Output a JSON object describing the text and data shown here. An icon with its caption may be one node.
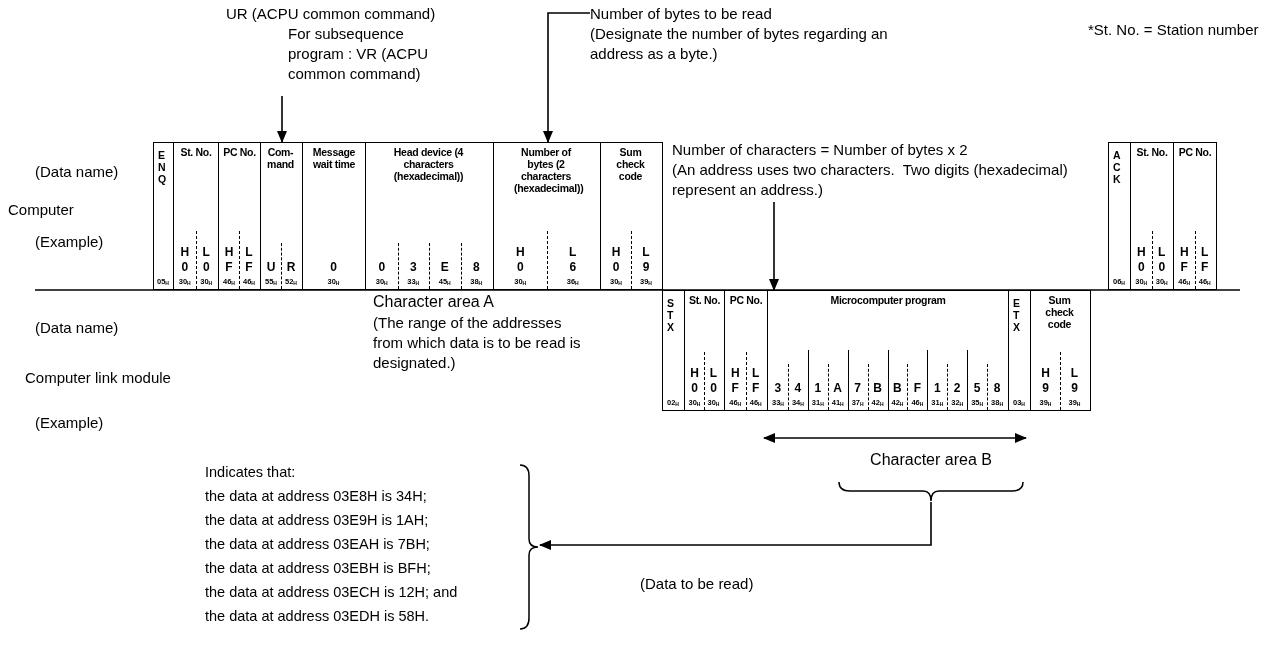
{
  "diagram": {
    "nodes": [
      {
        "text": [
          "UR (ACPU common command)",
          "For subsequence program : VR (ACPU common command)"
        ]
      },
      {
        "text": [
          "Number of bytes to be read",
          "(Designate the number of bytes regarding an address as a byte.)"
        ]
      },
      {
        "text": [
          "ENQ",
          "05$_{H}$"
        ]
      },
      {
        "text": [
          "St. No.",
          "H",
          "L",
          "0",
          "0",
          "30$_{H}$",
          "30$_{H}$"
        ]
      },
      {
        "text": [
          "PC No.",
          "H",
          "L",
          "F",
          "F",
          "46$_{H}$",
          "46$_{H}$"
        ]
      },
      {
        "text": [
          "Com-mand",
          "U",
          "R",
          "55$_{H}$",
          "52$_{H}$"
        ]
      },
      {
        "text": [
          "Message wait time",
          "0",
          "30$_{H}$"
        ]
      },
      {
        "text": [
          "Head device (4 characters (hexadecimal))",
          "0",
          "3",
          "E",
          "8",
          "30$_{H}$",
          "33$_{H}$",
          "45$_{H}$",
          "38$_{H}$"
        ]
      },
      {
        "text": [
          "Number of bytes (2 characters (hexadecimal))",
          "H",
          "L",
          "0",
          "6",
          "30$_{H}$",
          "36$_{H}$"
        ]
      },
      {
        "text": [
          "Sum check code",
          "H",
          "L",
          "0",
          "9",
          "30$_{H}$",
          "39$_{H}$"
        ]
      },
      {
        "text": [
          "Number of characters = Number of bytes x 2",
          "(An address uses two characters.  Two digits (hexadecimal) represent an address.)"
        ]
      },
      {
        "text": [
          "ACK",
          "06$_{H}$"
        ]
      },
      {
        "text": [
          "St. No.",
          "H",
          "L",
          "0",
          "0",
          "30$_{H}$",
          "30$_{H}$"
        ]
      },
      {
        "text": [
          "PC No.",
          "H",
          "L",
          "F",
          "F",
          "46$_{H}$",
          "46$_{H}$"
        ]
      },
      {
        "text": [
          "STX",
          "02$_{H}$"
        ]
      },
      {
        "text": [
          "St. No.",
          "H",
          "L",
          "0",
          "0",
          "30$_{H}$",
          "30$_{H}$"
        ]
      },
      {
        "text": [
          "PC No.",
          "H",
          "L",
          "F",
          "F",
          "46$_{H}$",
          "46$_{H}$"
        ]
      },
      {
        "text": [
          "Microcomputer program",
          "3",
          "4",
          "1",
          "A",
          "7",
          "B",
          "B",
          "F",
          "1",
          "2",
          "5",
          "8",
          "33$_{H}$",
          "34$_{H}$",
          "31$_{H}$",
          "41$_{H}$",
          "37$_{H}$",
          "42$_{H}$",
          "42$_{H}$",
          "46$_{H}$",
          "31$_{H}$",
          "32$_{H}$",
          "35$_{H}$",
          "38$_{H}$"
        ]
      },
      {
        "text": [
          "ETX",
          "03$_{H}$"
        ]
      },
      {
        "text": [
          "Sum check code",
          "H",
          "L",
          "9",
          "9",
          "39$_{H}$",
          "39$_{H}$"
        ]
      },
      {
        "text": [
          "Character area B"
        ]
      },
      {
        "text": [
          "Indicates that:",
          "the data at address 03E8H is 34H;",
          "the data at address 03E9H is 1AH;",
          "the data at address 03EAH is 7BH;",
          "the data at address 03EBH is BFH;",
          "the data at address 03ECH is 12H; and",
          "the data at address 03EDH is 58H."
        ]
      }
    ],
    "edges": [
      {
        "from": 0,
        "to": 5,
        "arrow": "to"
      },
      {
        "from": 1,
        "to": 8,
        "arrow": "to"
      },
      {
        "from": 10,
        "to": 17,
        "arrow": "to"
      },
      {
        "from": 20,
        "to": 21,
        "arrow": "to",
        "label": "(Data to be read)"
      }
    ],
    "labels": [
      "*St. No. = Station number",
      "(Data name)",
      "Computer",
      "(Example)",
      "Character area A",
      "(The range of the addresses from which data is to be read is designated.)",
      "(Data name)",
      "Computer link module",
      "(Example)"
    ]
  }
}
